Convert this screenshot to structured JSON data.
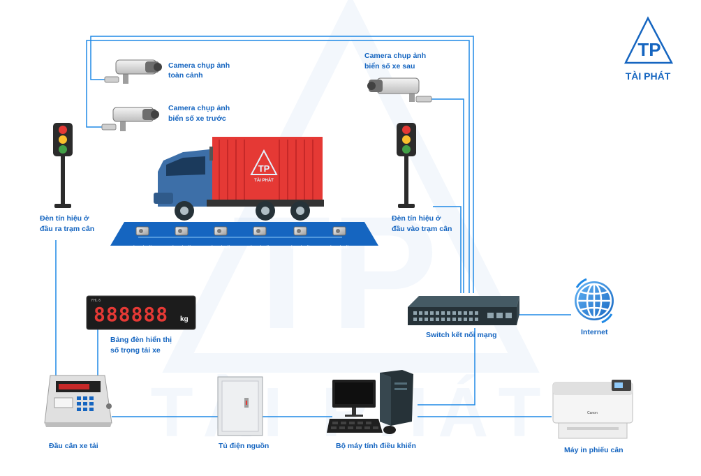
{
  "brand": {
    "name": "TÀI PHÁT",
    "monogram": "TP",
    "color": "#1565c0"
  },
  "watermark": {
    "text": "TÀI PHÁT",
    "monogram": "TP"
  },
  "nodes": {
    "camera_wide": {
      "line1": "Camera chụp ảnh",
      "line2": "toàn cảnh"
    },
    "camera_front": {
      "line1": "Camera chụp ảnh",
      "line2": "biển số xe trước"
    },
    "camera_rear": {
      "line1": "Camera chụp ảnh",
      "line2": "biển số xe sau"
    },
    "light_exit": {
      "line1": "Đèn tín hiệu ở",
      "line2": "đầu ra trạm cân"
    },
    "light_entry": {
      "line1": "Đèn tín hiệu ở",
      "line2": "đầu vào trạm cân"
    },
    "display_board": {
      "line1": "Bảng đèn hiển thị",
      "line2": "số trọng tải xe",
      "digits": "888888",
      "unit": "kg",
      "model": "YHL-5"
    },
    "switch": {
      "label": "Switch kết nối mạng"
    },
    "internet": {
      "label": "Internet"
    },
    "indicator": {
      "label": "Đầu cân xe tải"
    },
    "power_cabinet": {
      "label": "Tủ điện nguồn"
    },
    "computer": {
      "label": "Bộ máy tính điều khiển"
    },
    "printer": {
      "label": "Máy in phiếu cân",
      "brand": "Canon"
    },
    "truck": {
      "logo_text": "TÀI PHÁT"
    }
  },
  "loadcells": [
    "Loadcell",
    "Loadcell",
    "Loadcell",
    "Loadcell",
    "Loadcell",
    "Loadcell"
  ],
  "colors": {
    "wire": "#1e88e5",
    "label": "#1565c0",
    "platform": "#1565c0",
    "container": "#e53935",
    "cab": "#3d6fa8",
    "led": "#e53935",
    "light_red": "#e53935",
    "light_yellow": "#fbc02d",
    "light_green": "#43a047"
  }
}
